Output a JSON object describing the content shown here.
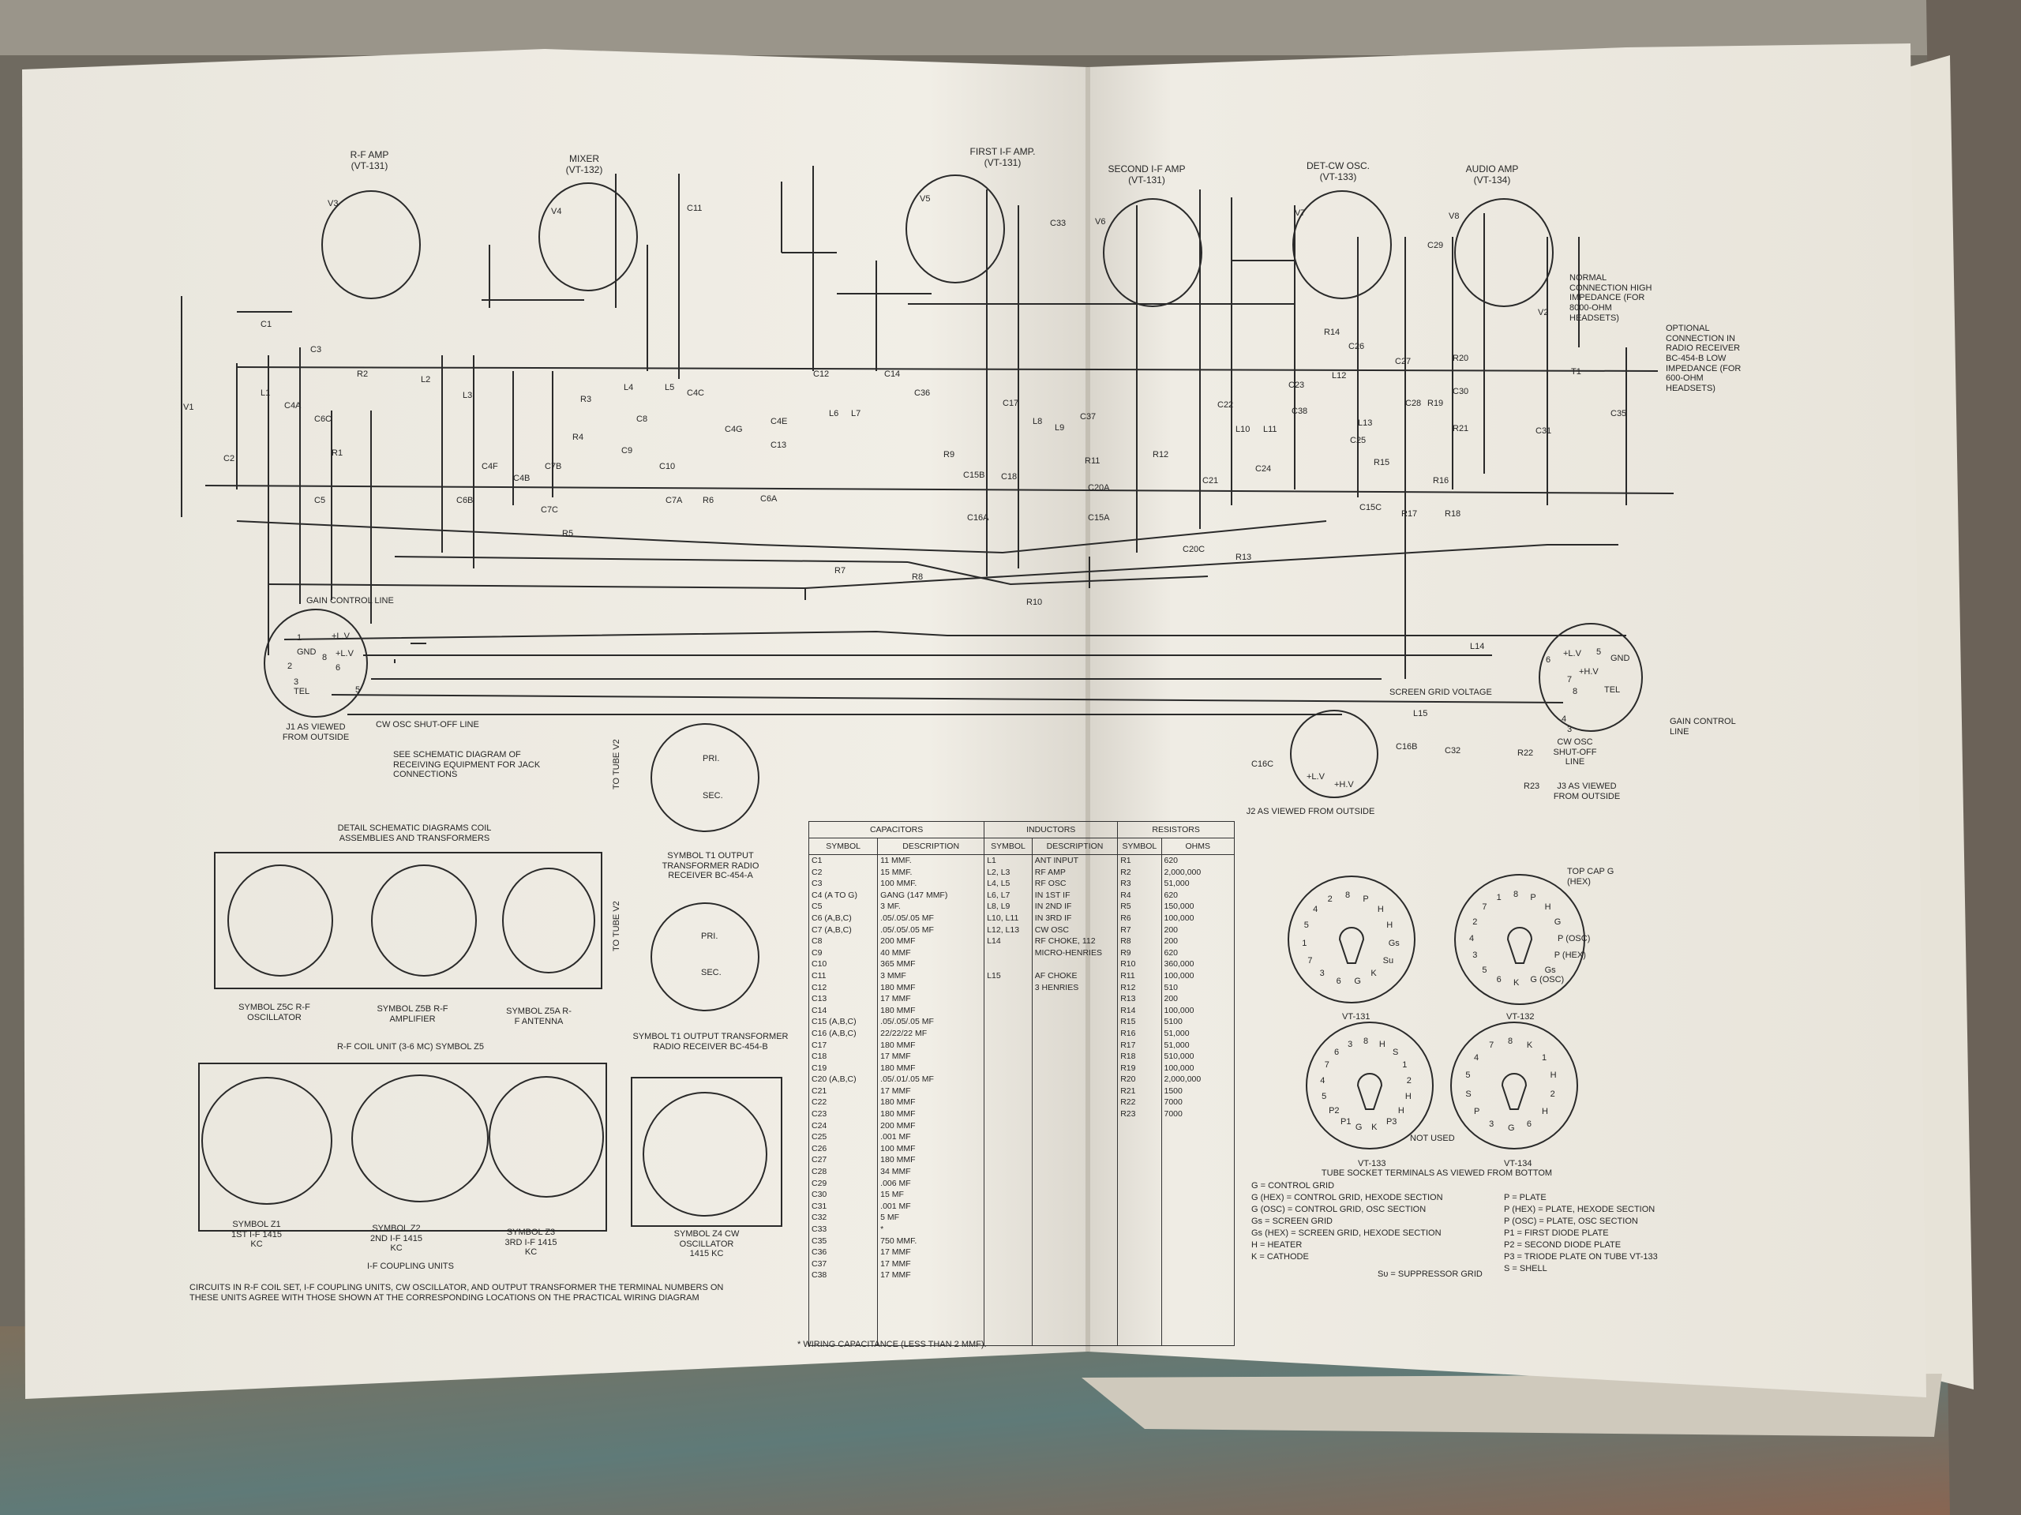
{
  "tubes": [
    {
      "name": "R-F AMP",
      "type": "(VT-131)"
    },
    {
      "name": "MIXER",
      "type": "(VT-132)"
    },
    {
      "name": "FIRST I-F AMP.",
      "type": "(VT-131)"
    },
    {
      "name": "SECOND I-F AMP",
      "type": "(VT-131)"
    },
    {
      "name": "DET-CW OSC.",
      "type": "(VT-133)"
    },
    {
      "name": "AUDIO AMP",
      "type": "(VT-134)"
    }
  ],
  "tube_refs": [
    "V3",
    "V4",
    "V5",
    "V6",
    "V7",
    "V8"
  ],
  "component_labels": [
    "V1",
    "C1",
    "C2",
    "C3",
    "L1",
    "C4A",
    "C6C",
    "R1",
    "C5",
    "R2",
    "L2",
    "L3",
    "C6B",
    "C4F",
    "C4B",
    "C4E",
    "C7B",
    "C7C",
    "C7A",
    "R3",
    "R4",
    "R5",
    "L4",
    "L5",
    "C8",
    "C9",
    "C10",
    "C4C",
    "C4G",
    "C13",
    "C6A",
    "R6",
    "C11",
    "C12",
    "C14",
    "L6",
    "L7",
    "C36",
    "R9",
    "C15B",
    "C16A",
    "C18",
    "C17",
    "L8",
    "L9",
    "C37",
    "R11",
    "R12",
    "C20A",
    "C15A",
    "R7",
    "R8",
    "R10",
    "C33",
    "C21",
    "C20C",
    "R13",
    "C22",
    "L10",
    "L11",
    "C23",
    "C38",
    "C24",
    "L12",
    "L13",
    "R14",
    "C26",
    "C27",
    "C28",
    "R15",
    "C25",
    "R16",
    "C15C",
    "R17",
    "R18",
    "R19",
    "R20",
    "C30",
    "R21",
    "C29",
    "V2",
    "T1",
    "C31",
    "C35",
    "C16C",
    "C16B",
    "C32",
    "R22",
    "R23",
    "L14",
    "L15"
  ],
  "notes": {
    "gain_control_line": "GAIN CONTROL LINE",
    "gain_control_line_2": "GAIN CONTROL LINE",
    "screen_grid_voltage": "SCREEN GRID VOLTAGE",
    "normal_connection": "NORMAL CONNECTION HIGH IMPEDANCE (FOR 8000-OHM HEADSETS)",
    "optional_connection": "OPTIONAL CONNECTION IN RADIO RECEIVER BC-454-B LOW IMPEDANCE (FOR 600-OHM HEADSETS)",
    "see_schematic": "SEE SCHEMATIC DIAGRAM OF RECEIVING EQUIPMENT FOR JACK CONNECTIONS",
    "cw_osc_shutoff": "CW OSC SHUT-OFF LINE",
    "cw_osc_shutoff_2": "CW OSC SHUT-OFF LINE",
    "not_used": "NOT USED"
  },
  "jacks": {
    "j1": "J1 AS VIEWED FROM OUTSIDE",
    "j2": "J2 AS VIEWED FROM OUTSIDE",
    "j3": "J3 AS VIEWED FROM OUTSIDE",
    "j1_pins": [
      "GND",
      "+L.V",
      "+L.V",
      "TEL",
      "8",
      "6",
      "5",
      "3",
      "2",
      "1"
    ],
    "j3_pins": [
      "+L.V",
      "+H.V",
      "GND",
      "TEL",
      "6",
      "7",
      "8",
      "5",
      "4",
      "3"
    ],
    "j2_pins": [
      "+L.V",
      "+H.V"
    ]
  },
  "transformers": {
    "to_tube_v2": "TO TUBE V2",
    "t1_a": "SYMBOL T1 OUTPUT TRANSFORMER RADIO RECEIVER BC-454-A",
    "t1_b": "SYMBOL T1 OUTPUT TRANSFORMER RADIO RECEIVER BC-454-B",
    "pri": "PRI.",
    "sec": "SEC."
  },
  "coils": {
    "detail_title": "DETAIL SCHEMATIC DIAGRAMS COIL ASSEMBLIES AND TRANSFORMERS",
    "z5c": "SYMBOL Z5C R-F OSCILLATOR",
    "z5b": "SYMBOL Z5B R-F AMPLIFIER",
    "z5a": "SYMBOL Z5A R-F ANTENNA",
    "rf_unit": "R-F COIL UNIT (3-6 MC) SYMBOL Z5",
    "z1": "SYMBOL Z1 1ST I-F 1415 KC",
    "z2": "SYMBOL Z2 2ND I-F 1415 KC",
    "z3": "SYMBOL Z3 3RD I-F 1415 KC",
    "z4": "SYMBOL Z4 CW OSCILLATOR 1415 KC",
    "if_units": "I-F COUPLING UNITS",
    "footnote": "CIRCUITS IN R-F COIL SET, I-F COUPLING UNITS, CW OSCILLATOR, AND OUTPUT TRANSFORMER THE TERMINAL NUMBERS ON THESE UNITS AGREE WITH THOSE SHOWN AT THE CORRESPONDING LOCATIONS ON THE PRACTICAL WIRING DIAGRAM"
  },
  "parts_table": {
    "headers": {
      "capacitors": "CAPACITORS",
      "inductors": "INDUCTORS",
      "resistors": "RESISTORS",
      "symbol": "SYMBOL",
      "description": "DESCRIPTION",
      "ohms": "OHMS"
    },
    "capacitor_symbols": "C1\nC2\nC3\nC4 (A TO G)\nC5\nC6 (A,B,C)\nC7 (A,B,C)\nC8\nC9\nC10\nC11\nC12\nC13\nC14\nC15 (A,B,C)\nC16 (A,B,C)\nC17\nC18\nC19\nC20 (A,B,C)\nC21\nC22\nC23\nC24\nC25\nC26\nC27\nC28\nC29\nC30\nC31\nC32\nC33\nC35\nC36\nC37\nC38",
    "capacitor_descriptions": "11 MMF.\n15 MMF.\n100 MMF.\nGANG (147 MMF)\n3 MF.\n.05/.05/.05 MF\n.05/.05/.05 MF\n200 MMF\n40 MMF\n365 MMF\n3 MMF\n180 MMF\n17 MMF\n180 MMF\n.05/.05/.05 MF\n22/22/22 MF\n180 MMF\n17 MMF\n180 MMF\n.05/.01/.05 MF\n17 MMF\n180 MMF\n180 MMF\n200 MMF\n.001 MF\n100 MMF\n180 MMF\n34 MMF\n.006 MF\n15 MF\n.001 MF\n5 MF\n*\n750 MMF.\n17 MMF\n17 MMF\n17 MMF",
    "inductor_symbols": "L1\nL2, L3\nL4, L5\nL6, L7\nL8, L9\nL10, L11\nL12, L13\nL14\n\n\nL15",
    "inductor_descriptions": "ANT INPUT\nRF AMP\nRF OSC\nIN 1ST IF\nIN 2ND IF\nIN 3RD IF\nCW OSC\nRF CHOKE, 112\nMICRO-HENRIES\n\nAF CHOKE\n3 HENRIES",
    "resistor_symbols": "R1\nR2\nR3\nR4\nR5\nR6\nR7\nR8\nR9\nR10\nR11\nR12\nR13\nR14\nR15\nR16\nR17\nR18\nR19\nR20\nR21\nR22\nR23",
    "resistor_ohms": "620\n2,000,000\n51,000\n620\n150,000\n100,000\n200\n200\n620\n360,000\n100,000\n510\n200\n100,000\n5100\n51,000\n51,000\n510,000\n100,000\n2,000,000\n1500\n7000\n7000",
    "footnote": "* WIRING CAPACITANCE (LESS THAN 2 MMF)."
  },
  "sockets": {
    "vt131": "VT-131",
    "vt132": "VT-132",
    "vt133": "VT-133",
    "vt134": "VT-134",
    "top_cap": "TOP CAP G (HEX)",
    "vt131_pins": [
      "8",
      "P",
      "H",
      "H",
      "Gs",
      "Su",
      "K",
      "G",
      "6",
      "3",
      "7",
      "1",
      "5",
      "4",
      "2"
    ],
    "vt132_pins": [
      "8",
      "P",
      "H",
      "G",
      "P (OSC)",
      "P (HEX)",
      "Gs",
      "G (OSC)",
      "K",
      "6",
      "5",
      "3",
      "4",
      "2",
      "7",
      "1"
    ],
    "vt133_pins": [
      "8",
      "H",
      "S",
      "1",
      "2",
      "H",
      "H",
      "P3",
      "K",
      "G",
      "P1",
      "P2",
      "5",
      "4",
      "7",
      "6",
      "3"
    ],
    "vt134_pins": [
      "8",
      "K",
      "1",
      "H",
      "2",
      "H",
      "6",
      "G",
      "3",
      "P",
      "S",
      "5",
      "4",
      "7"
    ],
    "legend_title": "TUBE SOCKET TERMINALS AS VIEWED FROM BOTTOM",
    "legend_left": [
      "G = CONTROL GRID",
      "G (HEX) = CONTROL GRID, HEXODE SECTION",
      "G (OSC) = CONTROL GRID, OSC SECTION",
      "Gs = SCREEN GRID",
      "Gs (HEX) = SCREEN GRID, HEXODE SECTION",
      "H = HEATER",
      "K = CATHODE"
    ],
    "legend_right": [
      "P = PLATE",
      "P (HEX) = PLATE, HEXODE SECTION",
      "P (OSC) = PLATE, OSC SECTION",
      "P1 = FIRST DIODE PLATE",
      "P2 = SECOND DIODE PLATE",
      "P3 = TRIODE PLATE ON TUBE VT-133",
      "S = SHELL"
    ],
    "suppressor": "Sᴜ = SUPPRESSOR GRID"
  }
}
